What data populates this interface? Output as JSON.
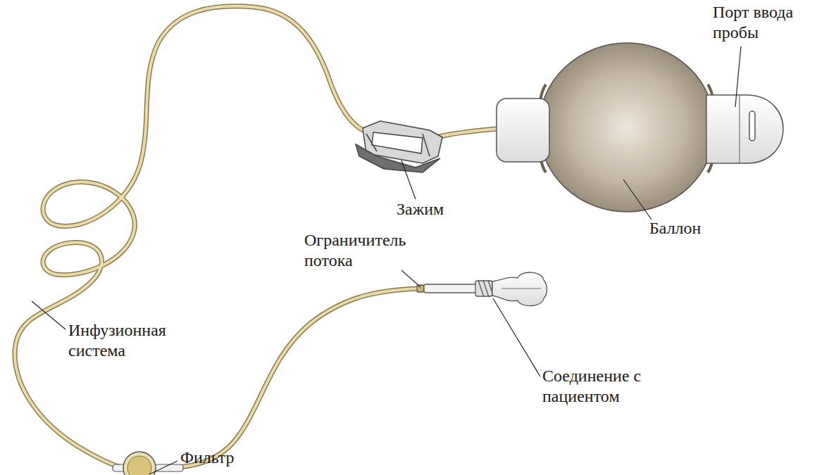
{
  "diagram": {
    "labels": [
      "Порт ввода пробы",
      "Зажим",
      "Баллон",
      "Ограничитель потока",
      "Инфузионная система",
      "Соединение с пациентом",
      "Фильтр"
    ]
  }
}
